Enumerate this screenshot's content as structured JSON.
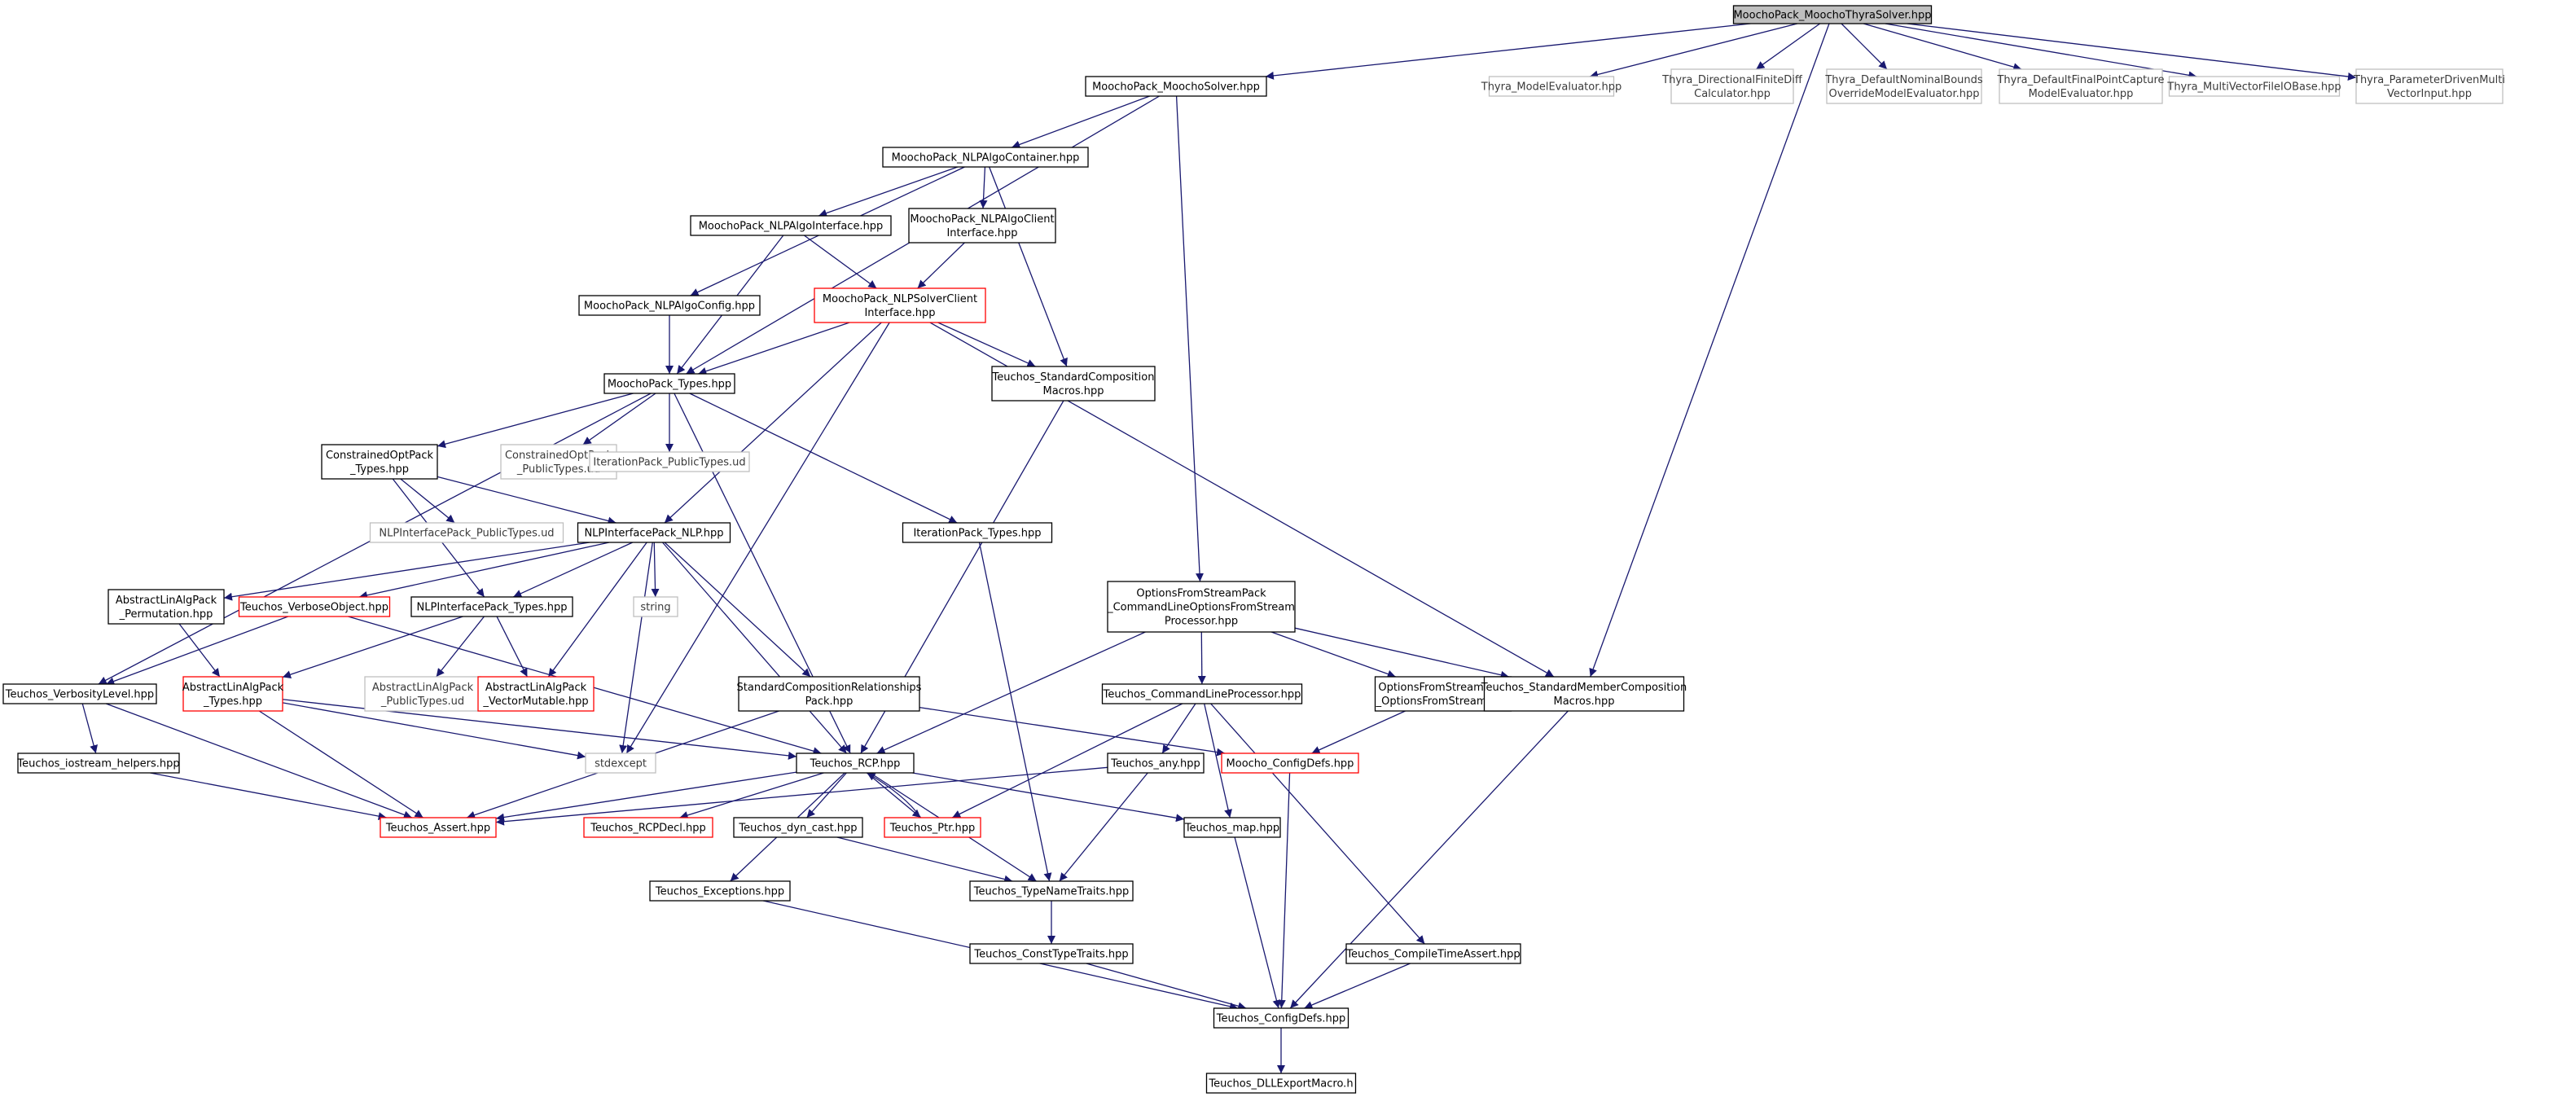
{
  "graph": {
    "colors": {
      "edge": "#191970",
      "root_fill": "#bfbfbf",
      "border_black": "#000000",
      "border_red": "#ff0000",
      "border_grey": "#bfbfbf"
    },
    "nodes": [
      {
        "id": "root",
        "lines": [
          "MoochoPack_MoochoThyraSolver.hpp"
        ],
        "style": "root"
      },
      {
        "id": "solver",
        "lines": [
          "MoochoPack_MoochoSolver.hpp"
        ],
        "style": "black"
      },
      {
        "id": "thyra_me",
        "lines": [
          "Thyra_ModelEvaluator.hpp"
        ],
        "style": "grey"
      },
      {
        "id": "thyra_dfd",
        "lines": [
          "Thyra_DirectionalFiniteDiff",
          "Calculator.hpp"
        ],
        "style": "grey"
      },
      {
        "id": "thyra_dnb",
        "lines": [
          "Thyra_DefaultNominalBounds",
          "OverrideModelEvaluator.hpp"
        ],
        "style": "grey"
      },
      {
        "id": "thyra_dfp",
        "lines": [
          "Thyra_DefaultFinalPointCapture",
          "ModelEvaluator.hpp"
        ],
        "style": "grey"
      },
      {
        "id": "thyra_mvf",
        "lines": [
          "Thyra_MultiVectorFileIOBase.hpp"
        ],
        "style": "grey"
      },
      {
        "id": "thyra_pdm",
        "lines": [
          "Thyra_ParameterDrivenMulti",
          "VectorInput.hpp"
        ],
        "style": "grey"
      },
      {
        "id": "algo_container",
        "lines": [
          "MoochoPack_NLPAlgoContainer.hpp"
        ],
        "style": "black"
      },
      {
        "id": "algo_interface",
        "lines": [
          "MoochoPack_NLPAlgoInterface.hpp"
        ],
        "style": "black"
      },
      {
        "id": "algo_client",
        "lines": [
          "MoochoPack_NLPAlgoClient",
          "Interface.hpp"
        ],
        "style": "black"
      },
      {
        "id": "algo_config",
        "lines": [
          "MoochoPack_NLPAlgoConfig.hpp"
        ],
        "style": "black"
      },
      {
        "id": "solver_client",
        "lines": [
          "MoochoPack_NLPSolverClient",
          "Interface.hpp"
        ],
        "style": "red"
      },
      {
        "id": "types",
        "lines": [
          "MoochoPack_Types.hpp"
        ],
        "style": "black"
      },
      {
        "id": "std_comp_macros",
        "lines": [
          "Teuchos_StandardComposition",
          "Macros.hpp"
        ],
        "style": "black"
      },
      {
        "id": "copt_types",
        "lines": [
          "ConstrainedOptPack",
          "_Types.hpp"
        ],
        "style": "black"
      },
      {
        "id": "copt_public",
        "lines": [
          "ConstrainedOptPack",
          "_PublicTypes.ud"
        ],
        "style": "grey"
      },
      {
        "id": "iter_public",
        "lines": [
          "IterationPack_PublicTypes.ud"
        ],
        "style": "grey"
      },
      {
        "id": "iter_types",
        "lines": [
          "IterationPack_Types.hpp"
        ],
        "style": "black"
      },
      {
        "id": "nlp_public",
        "lines": [
          "NLPInterfacePack_PublicTypes.ud"
        ],
        "style": "grey"
      },
      {
        "id": "nlp",
        "lines": [
          "NLPInterfacePack_NLP.hpp"
        ],
        "style": "black"
      },
      {
        "id": "ala_perm",
        "lines": [
          "AbstractLinAlgPack",
          "_Permutation.hpp"
        ],
        "style": "black"
      },
      {
        "id": "verbose_obj",
        "lines": [
          "Teuchos_VerboseObject.hpp"
        ],
        "style": "red"
      },
      {
        "id": "nlp_types",
        "lines": [
          "NLPInterfacePack_Types.hpp"
        ],
        "style": "black"
      },
      {
        "id": "string",
        "lines": [
          "string"
        ],
        "style": "grey"
      },
      {
        "id": "ofs_clo",
        "lines": [
          "OptionsFromStreamPack",
          "_CommandLineOptionsFromStream",
          "Processor.hpp"
        ],
        "style": "black"
      },
      {
        "id": "verbosity",
        "lines": [
          "Teuchos_VerbosityLevel.hpp"
        ],
        "style": "black"
      },
      {
        "id": "ala_types",
        "lines": [
          "AbstractLinAlgPack",
          "_Types.hpp"
        ],
        "style": "red"
      },
      {
        "id": "ala_public",
        "lines": [
          "AbstractLinAlgPack",
          "_PublicTypes.ud"
        ],
        "style": "grey"
      },
      {
        "id": "ala_vecmut",
        "lines": [
          "AbstractLinAlgPack",
          "_VectorMutable.hpp"
        ],
        "style": "red"
      },
      {
        "id": "scr_pack",
        "lines": [
          "StandardCompositionRelationships",
          "Pack.hpp"
        ],
        "style": "black"
      },
      {
        "id": "clp",
        "lines": [
          "Teuchos_CommandLineProcessor.hpp"
        ],
        "style": "black"
      },
      {
        "id": "ofs_ofs",
        "lines": [
          "OptionsFromStreamPack",
          "_OptionsFromStream.hpp"
        ],
        "style": "black"
      },
      {
        "id": "std_member_macros",
        "lines": [
          "Teuchos_StandardMemberComposition",
          "Macros.hpp"
        ],
        "style": "black"
      },
      {
        "id": "iostream_helpers",
        "lines": [
          "Teuchos_iostream_helpers.hpp"
        ],
        "style": "black"
      },
      {
        "id": "stdexcept",
        "lines": [
          "stdexcept"
        ],
        "style": "grey"
      },
      {
        "id": "rcp",
        "lines": [
          "Teuchos_RCP.hpp"
        ],
        "style": "black"
      },
      {
        "id": "any",
        "lines": [
          "Teuchos_any.hpp"
        ],
        "style": "black"
      },
      {
        "id": "moocho_config",
        "lines": [
          "Moocho_ConfigDefs.hpp"
        ],
        "style": "red"
      },
      {
        "id": "assert",
        "lines": [
          "Teuchos_Assert.hpp"
        ],
        "style": "red"
      },
      {
        "id": "rcp_decl",
        "lines": [
          "Teuchos_RCPDecl.hpp"
        ],
        "style": "red"
      },
      {
        "id": "dyn_cast",
        "lines": [
          "Teuchos_dyn_cast.hpp"
        ],
        "style": "black"
      },
      {
        "id": "ptr",
        "lines": [
          "Teuchos_Ptr.hpp"
        ],
        "style": "red"
      },
      {
        "id": "map",
        "lines": [
          "Teuchos_map.hpp"
        ],
        "style": "black"
      },
      {
        "id": "exceptions",
        "lines": [
          "Teuchos_Exceptions.hpp"
        ],
        "style": "black"
      },
      {
        "id": "type_name",
        "lines": [
          "Teuchos_TypeNameTraits.hpp"
        ],
        "style": "black"
      },
      {
        "id": "const_type",
        "lines": [
          "Teuchos_ConstTypeTraits.hpp"
        ],
        "style": "black"
      },
      {
        "id": "compile_assert",
        "lines": [
          "Teuchos_CompileTimeAssert.hpp"
        ],
        "style": "black"
      },
      {
        "id": "config_defs",
        "lines": [
          "Teuchos_ConfigDefs.hpp"
        ],
        "style": "black"
      },
      {
        "id": "dll_export",
        "lines": [
          "Teuchos_DLLExportMacro.h"
        ],
        "style": "black"
      }
    ],
    "edges": [
      [
        "root",
        "solver"
      ],
      [
        "root",
        "thyra_me"
      ],
      [
        "root",
        "thyra_dfd"
      ],
      [
        "root",
        "thyra_dnb"
      ],
      [
        "root",
        "thyra_dfp"
      ],
      [
        "root",
        "thyra_mvf"
      ],
      [
        "root",
        "thyra_pdm"
      ],
      [
        "root",
        "std_member_macros"
      ],
      [
        "solver",
        "algo_container"
      ],
      [
        "solver",
        "types"
      ],
      [
        "solver",
        "ofs_clo"
      ],
      [
        "algo_container",
        "algo_interface"
      ],
      [
        "algo_container",
        "algo_client"
      ],
      [
        "algo_container",
        "algo_config"
      ],
      [
        "algo_container",
        "std_comp_macros"
      ],
      [
        "algo_interface",
        "solver_client"
      ],
      [
        "algo_interface",
        "types"
      ],
      [
        "algo_client",
        "solver_client"
      ],
      [
        "algo_config",
        "types"
      ],
      [
        "solver_client",
        "types"
      ],
      [
        "solver_client",
        "std_comp_macros"
      ],
      [
        "solver_client",
        "std_member_macros"
      ],
      [
        "solver_client",
        "nlp"
      ],
      [
        "solver_client",
        "stdexcept"
      ],
      [
        "types",
        "copt_types"
      ],
      [
        "types",
        "copt_public"
      ],
      [
        "types",
        "iter_public"
      ],
      [
        "types",
        "iter_types"
      ],
      [
        "types",
        "verbosity"
      ],
      [
        "types",
        "rcp"
      ],
      [
        "std_comp_macros",
        "rcp"
      ],
      [
        "copt_types",
        "nlp_public"
      ],
      [
        "copt_types",
        "nlp"
      ],
      [
        "copt_types",
        "nlp_types"
      ],
      [
        "iter_types",
        "type_name"
      ],
      [
        "nlp",
        "ala_perm"
      ],
      [
        "nlp",
        "verbose_obj"
      ],
      [
        "nlp",
        "nlp_types"
      ],
      [
        "nlp",
        "string"
      ],
      [
        "nlp",
        "stdexcept"
      ],
      [
        "nlp",
        "ala_vecmut"
      ],
      [
        "nlp",
        "scr_pack"
      ],
      [
        "nlp",
        "rcp"
      ],
      [
        "ala_perm",
        "ala_types"
      ],
      [
        "verbose_obj",
        "verbosity"
      ],
      [
        "verbose_obj",
        "rcp"
      ],
      [
        "nlp_types",
        "ala_types"
      ],
      [
        "nlp_types",
        "ala_public"
      ],
      [
        "nlp_types",
        "ala_vecmut"
      ],
      [
        "ofs_clo",
        "clp"
      ],
      [
        "ofs_clo",
        "ofs_ofs"
      ],
      [
        "ofs_clo",
        "std_member_macros"
      ],
      [
        "ofs_clo",
        "rcp"
      ],
      [
        "verbosity",
        "iostream_helpers"
      ],
      [
        "verbosity",
        "assert"
      ],
      [
        "ala_types",
        "assert"
      ],
      [
        "ala_types",
        "rcp"
      ],
      [
        "ala_types",
        "stdexcept"
      ],
      [
        "scr_pack",
        "assert"
      ],
      [
        "scr_pack",
        "moocho_config"
      ],
      [
        "clp",
        "any"
      ],
      [
        "clp",
        "map"
      ],
      [
        "clp",
        "ptr"
      ],
      [
        "clp",
        "compile_assert"
      ],
      [
        "ofs_ofs",
        "moocho_config"
      ],
      [
        "std_member_macros",
        "config_defs"
      ],
      [
        "iostream_helpers",
        "assert"
      ],
      [
        "rcp",
        "assert"
      ],
      [
        "rcp",
        "rcp_decl"
      ],
      [
        "rcp",
        "dyn_cast"
      ],
      [
        "rcp",
        "ptr"
      ],
      [
        "rcp",
        "map"
      ],
      [
        "rcp",
        "exceptions"
      ],
      [
        "rcp",
        "type_name"
      ],
      [
        "any",
        "assert"
      ],
      [
        "any",
        "type_name"
      ],
      [
        "ptr",
        "rcp"
      ],
      [
        "moocho_config",
        "config_defs"
      ],
      [
        "dyn_cast",
        "type_name"
      ],
      [
        "map",
        "config_defs"
      ],
      [
        "exceptions",
        "config_defs"
      ],
      [
        "type_name",
        "const_type"
      ],
      [
        "const_type",
        "config_defs"
      ],
      [
        "compile_assert",
        "config_defs"
      ],
      [
        "config_defs",
        "dll_export"
      ]
    ]
  }
}
